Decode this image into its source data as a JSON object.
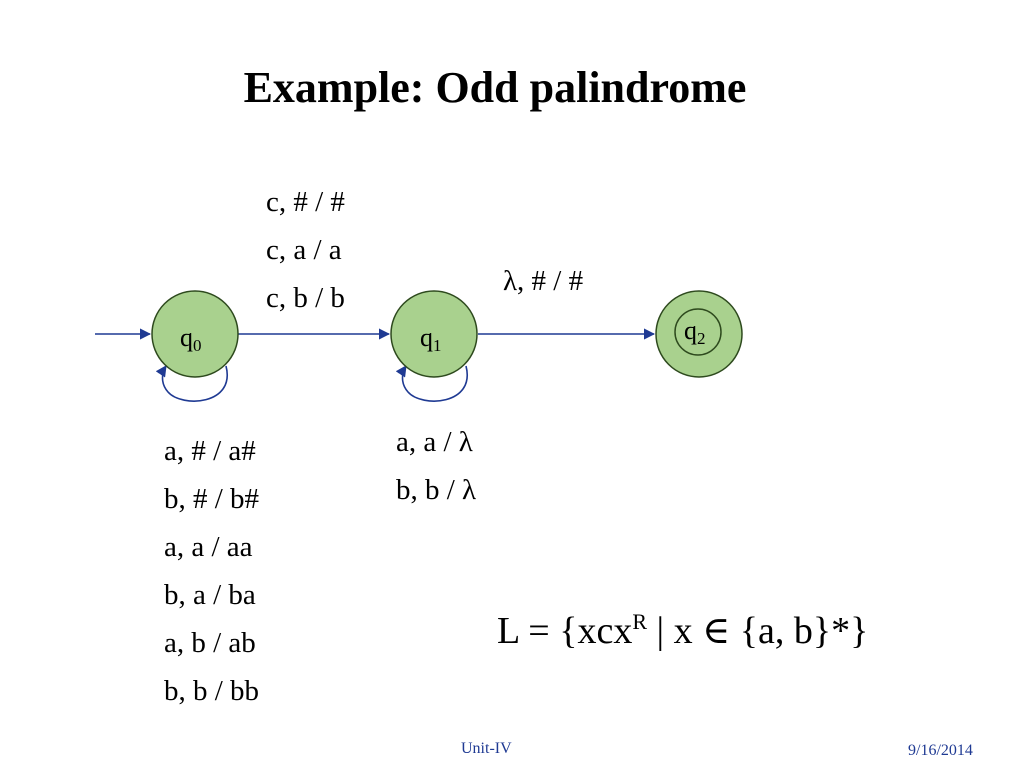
{
  "title": "Example: Odd palindrome",
  "states": [
    {
      "name": "q",
      "sub": "0",
      "accepting": false,
      "start": true
    },
    {
      "name": "q",
      "sub": "1",
      "accepting": false,
      "start": false
    },
    {
      "name": "q",
      "sub": "2",
      "accepting": true,
      "start": false
    }
  ],
  "transitions": {
    "q0_q1": [
      "c, # / #",
      "c, a / a",
      "c, b / b"
    ],
    "q1_q2": [
      "λ, # / #"
    ],
    "q0_loop": [
      "a, # / a#",
      "b, # / b#",
      "a, a / aa",
      "b, a / ba",
      "a, b / ab",
      "b, b / bb"
    ],
    "q1_loop": [
      "a, a / λ",
      "b, b / λ"
    ]
  },
  "language": {
    "prefix": "L = {xcx",
    "sup": "R",
    "suffix": " | x ∈ {a, b}*}"
  },
  "footer": {
    "center": "Unit-IV",
    "date": "9/16/2014"
  },
  "colors": {
    "state_fill": "#A9D18E",
    "state_stroke": "#2E4A1E",
    "edge": "#1F3A93",
    "footer": "#1F3A93"
  }
}
